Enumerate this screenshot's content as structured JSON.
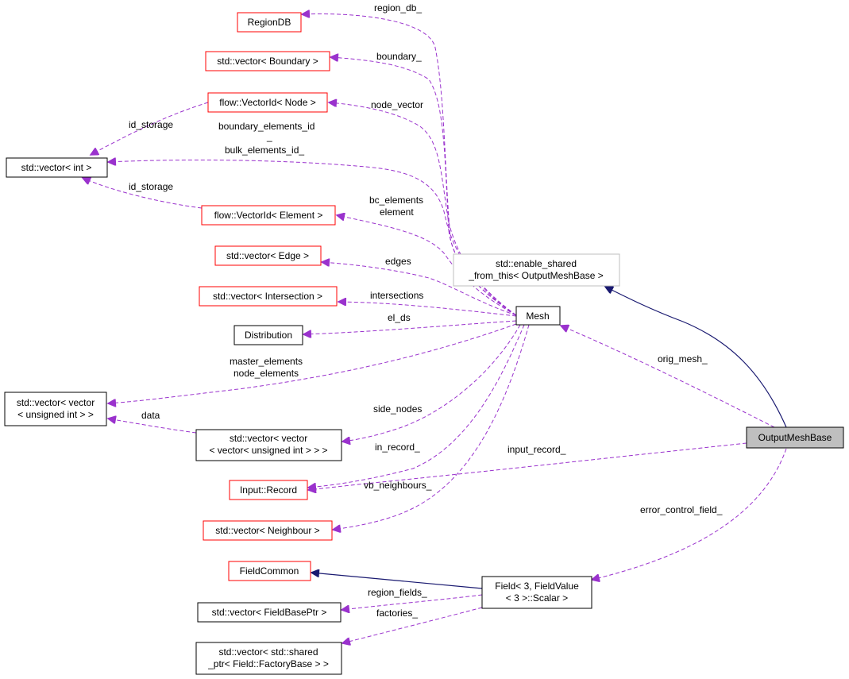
{
  "nodes": {
    "region_db": {
      "lines": [
        "RegionDB"
      ]
    },
    "vec_boundary": {
      "lines": [
        "std::vector< Boundary >"
      ]
    },
    "vecid_node": {
      "lines": [
        "flow::VectorId< Node >"
      ]
    },
    "vec_int": {
      "lines": [
        "std::vector< int >"
      ]
    },
    "vecid_element": {
      "lines": [
        "flow::VectorId< Element >"
      ]
    },
    "vec_edge": {
      "lines": [
        "std::vector< Edge >"
      ]
    },
    "vec_intersection": {
      "lines": [
        "std::vector< Intersection >"
      ]
    },
    "distribution": {
      "lines": [
        "Distribution"
      ]
    },
    "vec_vec_uint": {
      "lines": [
        "std::vector< vector",
        "< unsigned int > >"
      ]
    },
    "vec_vec_vec_uint": {
      "lines": [
        "std::vector< vector",
        "< vector< unsigned int > > >"
      ]
    },
    "input_record": {
      "lines": [
        "Input::Record"
      ]
    },
    "vec_neighbour": {
      "lines": [
        "std::vector< Neighbour >"
      ]
    },
    "field_common": {
      "lines": [
        "FieldCommon"
      ]
    },
    "vec_field_base_ptr": {
      "lines": [
        "std::vector< FieldBasePtr >"
      ]
    },
    "vec_factory": {
      "lines": [
        "std::vector< std::shared",
        "_ptr< Field::FactoryBase > >"
      ]
    },
    "enable_shared": {
      "lines": [
        "std::enable_shared",
        "_from_this< OutputMeshBase >"
      ]
    },
    "mesh": {
      "lines": [
        "Mesh"
      ]
    },
    "output_mesh_base": {
      "lines": [
        "OutputMeshBase"
      ]
    },
    "field_scalar": {
      "lines": [
        "Field< 3, FieldValue",
        "< 3 >::Scalar >"
      ]
    }
  },
  "edge_labels": {
    "region_db": "region_db_",
    "boundary": "boundary_",
    "node_vector": "node_vector",
    "id_storage_node": "id_storage",
    "boundary_elements_id": "boundary_elements_id",
    "underscore": "_",
    "bulk_elements_id": "bulk_elements_id_",
    "id_storage_element": "id_storage",
    "bc_elements": "bc_elements",
    "element": "element",
    "edges": "edges",
    "intersections": "intersections",
    "el_ds": "el_ds",
    "master_elements": "master_elements",
    "node_elements": "node_elements",
    "data": "data",
    "side_nodes": "side_nodes",
    "in_record": "in_record_",
    "input_record": "input_record_",
    "vb_neighbours": "vb_neighbours_",
    "orig_mesh": "orig_mesh_",
    "error_control_field": "error_control_field_",
    "region_fields": "region_fields_",
    "factories": "factories_"
  },
  "colors": {
    "usage_edge": "#9a32cd",
    "inheritance_edge": "#191970",
    "red_border": "#ff0000",
    "gray_border": "#bfbfbf",
    "active_fill": "#bfbfbf"
  }
}
